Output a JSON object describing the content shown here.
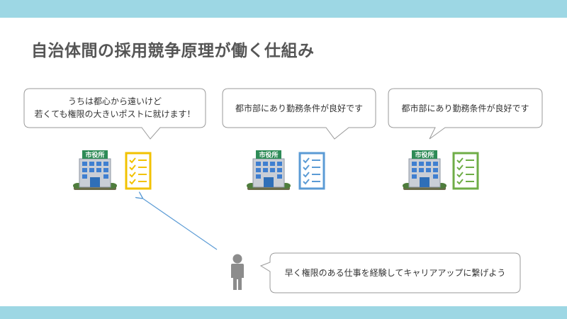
{
  "slide": {
    "title": "自治体間の採用競争原理が働く仕組み"
  },
  "bubbles": {
    "left_line1": "うちは都心から遠いけど",
    "left_line2": "若くても権限の大きいポストに就けます！",
    "middle": "都市部にあり勤務条件が良好です",
    "right": "都市部にあり勤務条件が良好です",
    "person": "早く権限のある仕事を経験してキャリアアップに繋げよう"
  },
  "buildings": {
    "sign_text": "市役所"
  },
  "colors": {
    "band": "#9dd7e4",
    "checklist_left": "#f2c200",
    "checklist_middle": "#5b9bd5",
    "checklist_right": "#6fad47",
    "arrow": "#5b9bd5",
    "person": "#8c8c8c"
  },
  "icons": {
    "building": "city-hall-building-icon",
    "checklist": "checklist-icon",
    "person": "person-icon"
  }
}
